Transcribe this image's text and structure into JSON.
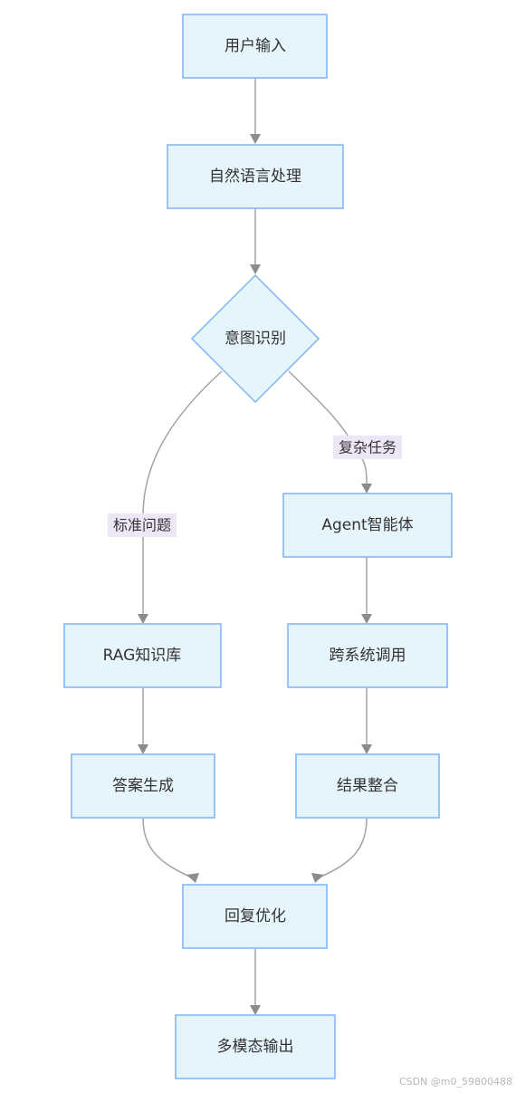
{
  "nodes": {
    "user_input": "用户输入",
    "nlp": "自然语言处理",
    "intent": "意图识别",
    "agent": "Agent智能体",
    "rag": "RAG知识库",
    "cross_system": "跨系统调用",
    "answer_gen": "答案生成",
    "result_merge": "结果整合",
    "reply_opt": "回复优化",
    "multimodal": "多模态输出"
  },
  "edge_labels": {
    "standard": "标准问题",
    "complex": "复杂任务"
  },
  "watermark": "CSDN @m0_59800488",
  "colors": {
    "node_fill": "#e6f4fb",
    "node_stroke": "#7fb3f0",
    "edge": "#a3a3a3",
    "label_bg": "#ece6f7"
  }
}
